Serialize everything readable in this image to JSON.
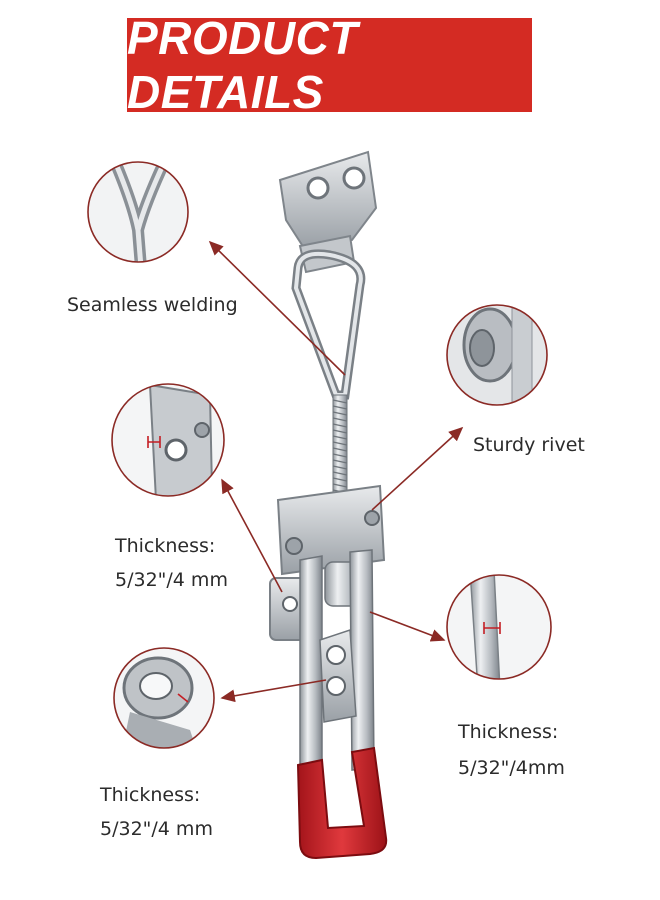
{
  "header": {
    "title": "PRODUCT DETAILS"
  },
  "colors": {
    "banner": "#d42b23",
    "arrow": "#8b2a25",
    "metal": "#c8ccd0",
    "grip": "#c41e24"
  },
  "callouts": [
    {
      "id": "welding",
      "lines": [
        "Seamless welding"
      ]
    },
    {
      "id": "rivet",
      "lines": [
        "Sturdy rivet"
      ]
    },
    {
      "id": "thickness-left",
      "lines": [
        "Thickness:",
        "5/32\"/4 mm"
      ]
    },
    {
      "id": "thickness-right",
      "lines": [
        "Thickness:",
        "5/32\"/4mm"
      ]
    },
    {
      "id": "thickness-bottom",
      "lines": [
        "Thickness:",
        "5/32\"/4 mm"
      ]
    }
  ]
}
